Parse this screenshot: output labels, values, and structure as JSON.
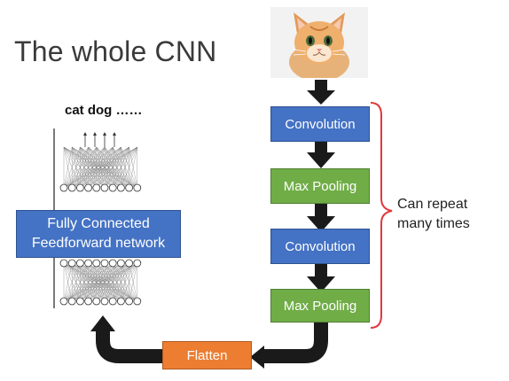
{
  "title": "The whole CNN",
  "output_classes": "cat dog ……",
  "image": {
    "subject": "cat-photo"
  },
  "pipeline": {
    "conv1": "Convolution",
    "pool1": "Max Pooling",
    "conv2": "Convolution",
    "pool2": "Max Pooling",
    "flatten": "Flatten"
  },
  "fc": {
    "line1": "Fully Connected",
    "line2": "Feedforward network"
  },
  "repeat": {
    "line1": "Can repeat",
    "line2": "many times"
  },
  "colors": {
    "conv": "#4472c4",
    "pool": "#70ad47",
    "flatten": "#ed7d31",
    "arrow": "#1a1a1a",
    "brace": "#e0393e"
  }
}
